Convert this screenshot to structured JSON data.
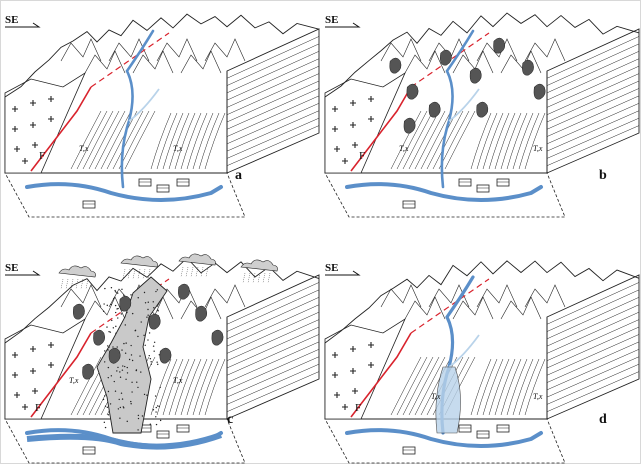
{
  "figure": {
    "panels": [
      {
        "id": "a",
        "label": "a",
        "direction": "SE",
        "fault_label": "F",
        "unit_left": "T,x",
        "unit_right": "T,x",
        "stage": "channel"
      },
      {
        "id": "b",
        "label": "b",
        "direction": "SE",
        "fault_label": "F",
        "unit_left": "T,x",
        "unit_right": "T,x",
        "stage": "slides"
      },
      {
        "id": "c",
        "label": "c",
        "direction": "SE",
        "fault_label": "F",
        "unit_left": "T,x",
        "unit_right": "T,x",
        "stage": "debris-flow"
      },
      {
        "id": "d",
        "label": "d",
        "direction": "SE",
        "fault_label": "F",
        "unit_left": "T,x",
        "unit_right": "T,x",
        "stage": "aftermath"
      }
    ],
    "colors": {
      "river": "#5b8fc9",
      "river_light": "#b9d3ea",
      "fault": "#d9232d",
      "debris": "#c9c9c9",
      "ink": "#222222"
    }
  }
}
